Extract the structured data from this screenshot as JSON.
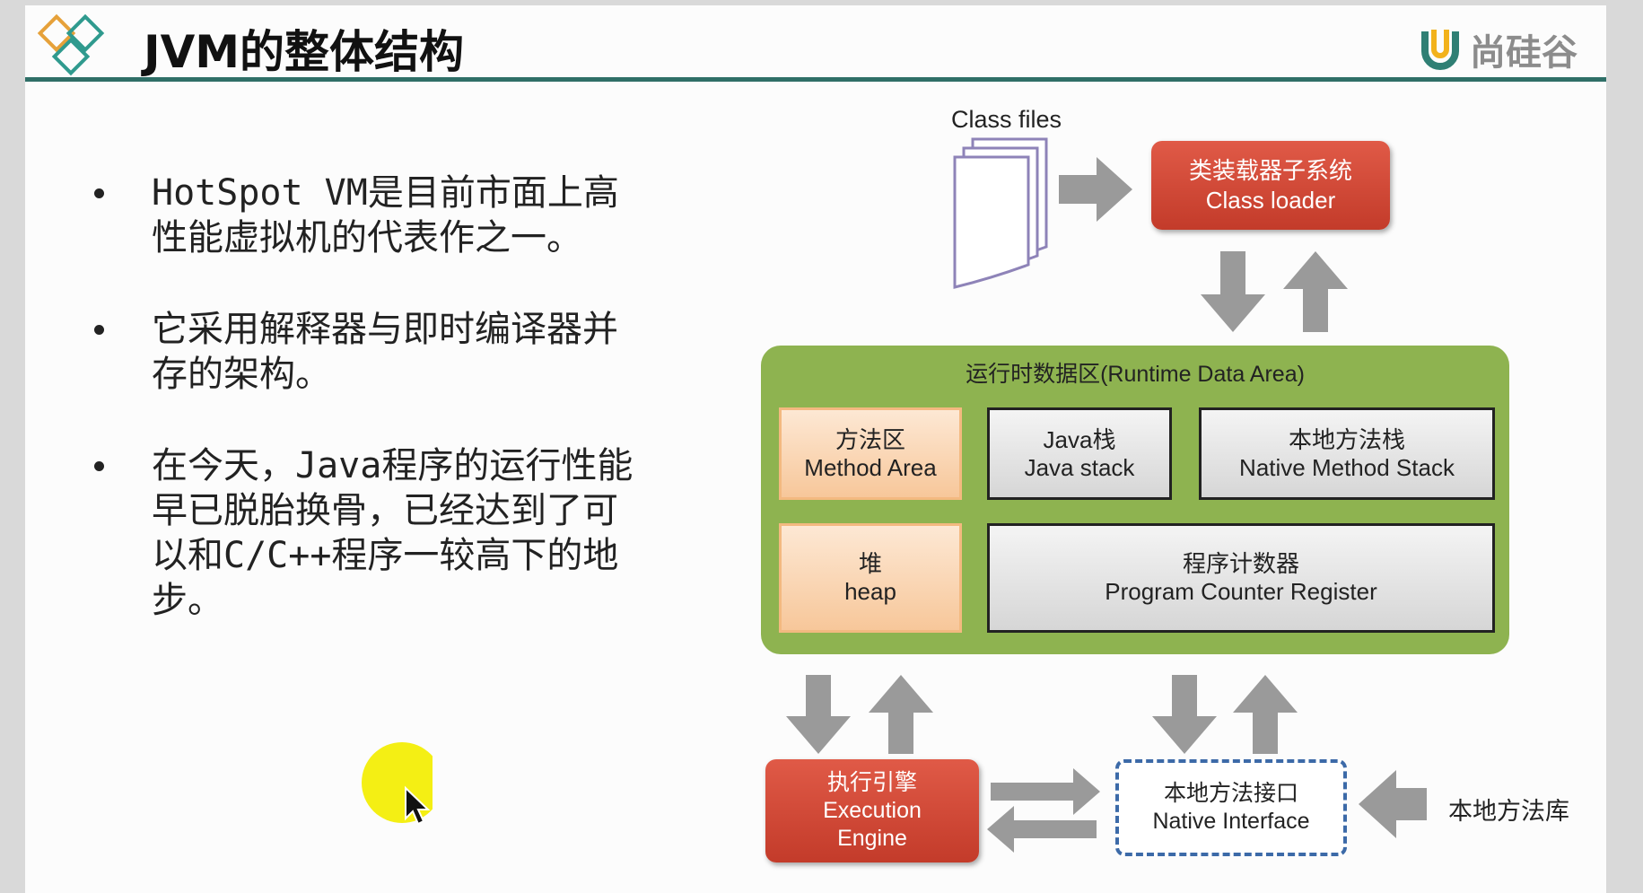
{
  "header": {
    "title": "JVM的整体结构",
    "brand": "尚硅谷"
  },
  "bullets": [
    {
      "line1": "HotSpot VM是目前市面上高",
      "line2": "性能虚拟机的代表作之一。"
    },
    {
      "line1": "它采用解释器与即时编译器并",
      "line2": "存的架构。"
    },
    {
      "line1": "在今天，Java程序的运行性能",
      "line2": "早已脱胎换骨，已经达到了可",
      "line3": "以和C/C++程序一较高下的地",
      "line4": "步。"
    }
  ],
  "diagram": {
    "class_files": "Class files",
    "class_loader": {
      "cn": "类装载器子系统",
      "en": "Class loader"
    },
    "runtime_area": "运行时数据区(Runtime Data Area)",
    "method_area": {
      "cn": "方法区",
      "en": "Method Area"
    },
    "java_stack": {
      "cn": "Java栈",
      "en": "Java stack"
    },
    "native_method_stack": {
      "cn": "本地方法栈",
      "en": "Native Method Stack"
    },
    "heap": {
      "cn": "堆",
      "en": "heap"
    },
    "program_counter": {
      "cn": "程序计数器",
      "en": "Program Counter Register"
    },
    "execution_engine": {
      "l1": "执行引擎",
      "l2": "Execution",
      "l3": "Engine"
    },
    "native_interface": {
      "cn": "本地方法接口",
      "en": "Native Interface"
    },
    "native_library": "本地方法库"
  },
  "colors": {
    "accent_line": "#2f6f67",
    "red_box": "#d04a37",
    "runtime_green": "#8eb350",
    "orange_box": "#f7c79a",
    "arrow_gray": "#999999",
    "dashed_blue": "#3c6aa8"
  }
}
